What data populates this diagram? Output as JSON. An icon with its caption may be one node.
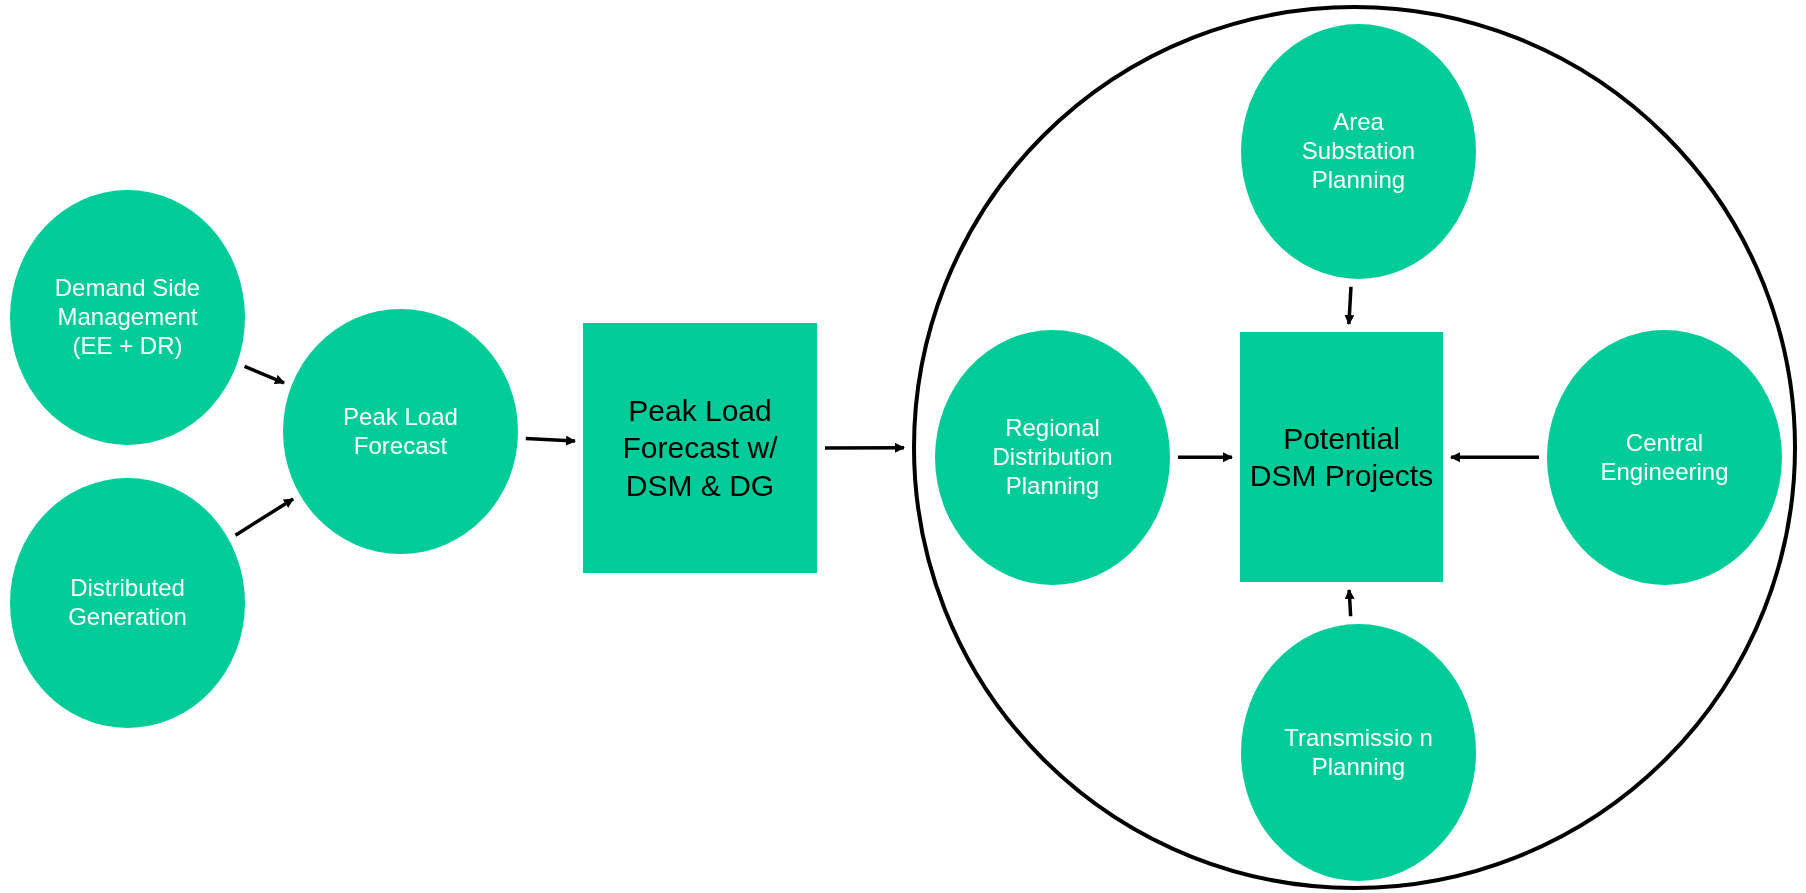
{
  "diagram": {
    "nodes": [
      {
        "text": [
          "Demand Side Management (EE + DR)"
        ]
      },
      {
        "text": [
          "Distributed Generation"
        ]
      },
      {
        "text": [
          "Peak Load Forecast"
        ]
      },
      {
        "text": [
          "Peak Load Forecast w/ DSM & DG"
        ]
      },
      {
        "text": [],
        "shape": "circle"
      },
      {
        "text": [
          "Area Substation Planning"
        ],
        "in": 4
      },
      {
        "text": [
          "Regional Distribution Planning"
        ],
        "in": 4
      },
      {
        "text": [
          "Potential DSM Projects"
        ],
        "in": 4
      },
      {
        "text": [
          "Central Engineering"
        ],
        "in": 4
      },
      {
        "text": [
          "Transmissio n Planning"
        ],
        "in": 4
      }
    ],
    "edges": [
      {
        "from": 0,
        "to": 2,
        "arrow": "to"
      },
      {
        "from": 1,
        "to": 2,
        "arrow": "to"
      },
      {
        "from": 2,
        "to": 3,
        "arrow": "to"
      },
      {
        "from": 3,
        "to": 4,
        "arrow": "to"
      },
      {
        "from": 5,
        "to": 7,
        "arrow": "to"
      },
      {
        "from": 6,
        "to": 7,
        "arrow": "to"
      },
      {
        "from": 8,
        "to": 7,
        "arrow": "to"
      },
      {
        "from": 9,
        "to": 7,
        "arrow": "to"
      }
    ]
  }
}
